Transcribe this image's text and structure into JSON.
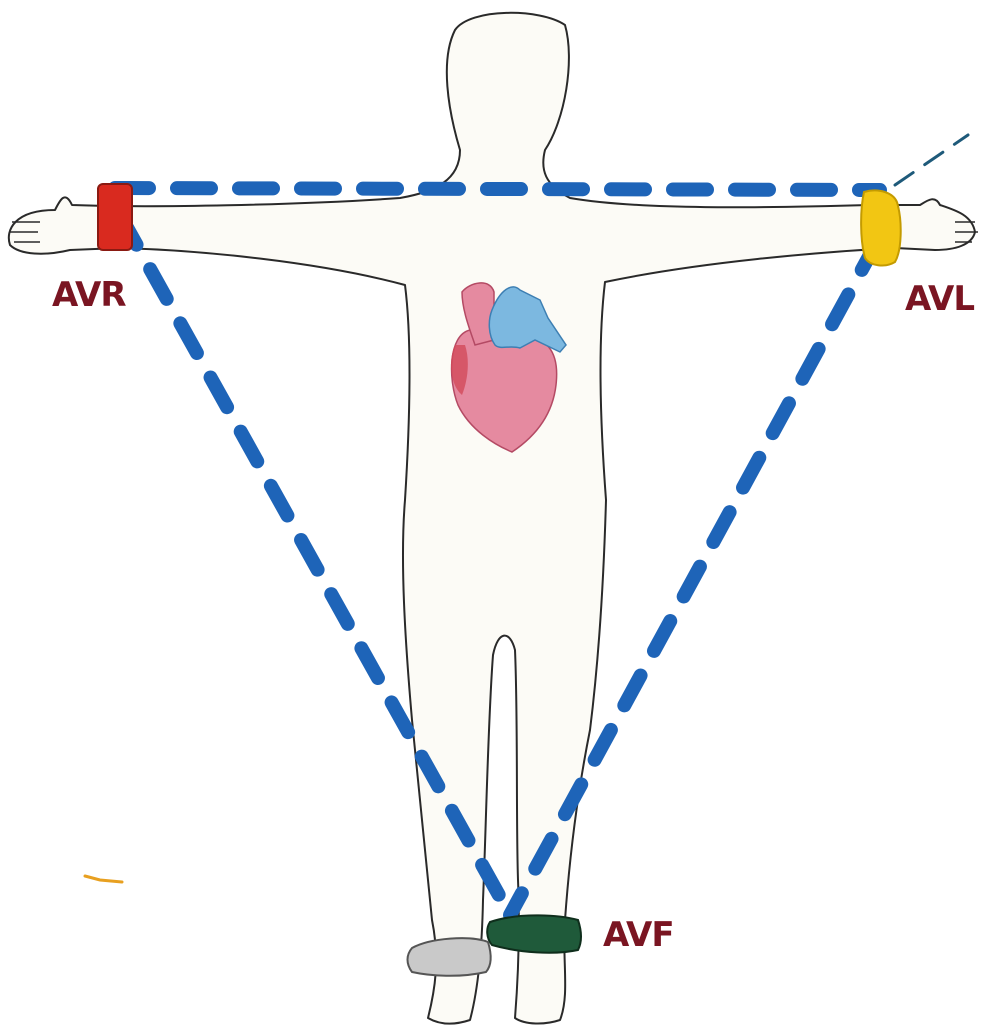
{
  "labels": {
    "avr": "AVR",
    "avl": "AVL",
    "avf": "AVF"
  },
  "colors": {
    "dash": "#1e64b8",
    "body_outline": "#2a2a2a",
    "body_fill": "#fcfbf6",
    "electrode_avr": "#d92a1f",
    "electrode_avl": "#f2c613",
    "electrode_avf": "#1f5a3a",
    "electrode_right_leg": "#c9c9c9",
    "heart": "#e58aa0",
    "vessels": "#7cb8e0",
    "label": "#7a1522"
  },
  "icons": {
    "heart": "heart-icon"
  }
}
